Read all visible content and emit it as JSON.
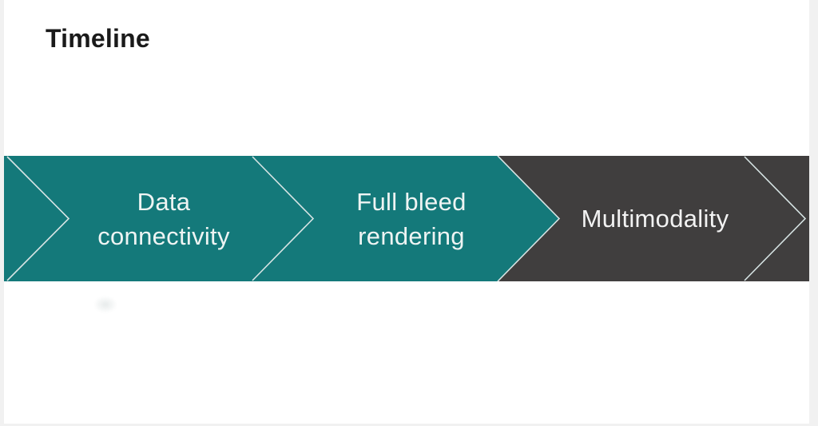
{
  "slide": {
    "title": "Timeline"
  },
  "timeline": {
    "segments": [
      {
        "label": "Data connectivity",
        "line1": "Data",
        "line2": "connectivity"
      },
      {
        "label": "Full bleed rendering",
        "line1": "Full bleed",
        "line2": "rendering"
      },
      {
        "label": "Multimodality",
        "line1": "Multimodality",
        "line2": ""
      }
    ],
    "colors": {
      "teal": "#14797a",
      "dark_gray": "#403e3e",
      "chevron_outline": "#d7e4e4",
      "label_text": "#eef4f3",
      "title_text": "#1a1a1a",
      "slide_background": "#ffffff",
      "page_margin": "#f1f1f1"
    }
  }
}
